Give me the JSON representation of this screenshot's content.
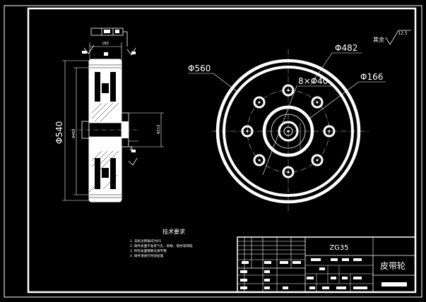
{
  "drawing": {
    "part_name": "皮带轮",
    "material": "ZG35",
    "roughness_label": "其余",
    "roughness_value": "12.5"
  },
  "dimensions": {
    "front_outer_dia": "Φ560",
    "front_hole_circle_dia": "Φ482",
    "front_holes": "8×Φ40",
    "front_hub_dia": "Φ166",
    "side_outer_dia": "Φ540",
    "side_inner_dia": "Φ483",
    "side_bore_dia": "Φ110",
    "side_width": "180",
    "side_small": "Φ4"
  },
  "tech_requirements": {
    "title": "技术要求",
    "items": [
      "1. 未标注倒角均为R5",
      "2. 铸件表面不准有气孔、砂眼、裂纹等缺陷",
      "3. 所有表面都要光滑平整",
      "4. 铸件须进行时效处理"
    ]
  }
}
